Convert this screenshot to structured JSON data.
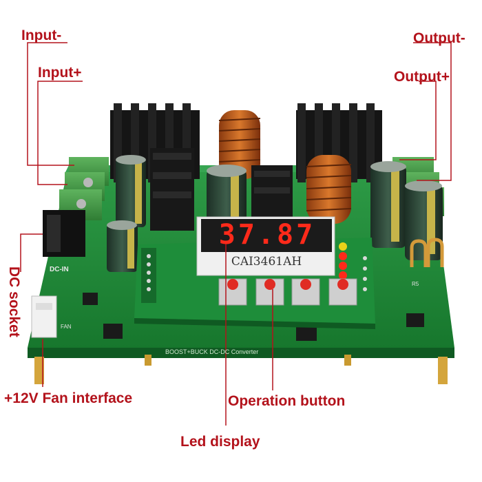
{
  "labels": {
    "input_neg": "Input-",
    "input_pos": "Input+",
    "output_neg": "Output-",
    "output_pos": "Output+",
    "dc_socket": "DC socket",
    "fan_interface": "+12V Fan interface",
    "operation_button": "Operation button",
    "led_display": "Led display"
  },
  "board": {
    "display_digits": "37.87",
    "display_part": "CAI3461AH",
    "silk_dc_in": "DC-IN",
    "silk_title": "BOOST+BUCK DC-DC Converter",
    "silk_fan": "FAN",
    "silk_r5": "R5"
  },
  "colors": {
    "label": "#b3121b",
    "pcb": "#1f8a3a",
    "led": "#ff2a1a"
  }
}
